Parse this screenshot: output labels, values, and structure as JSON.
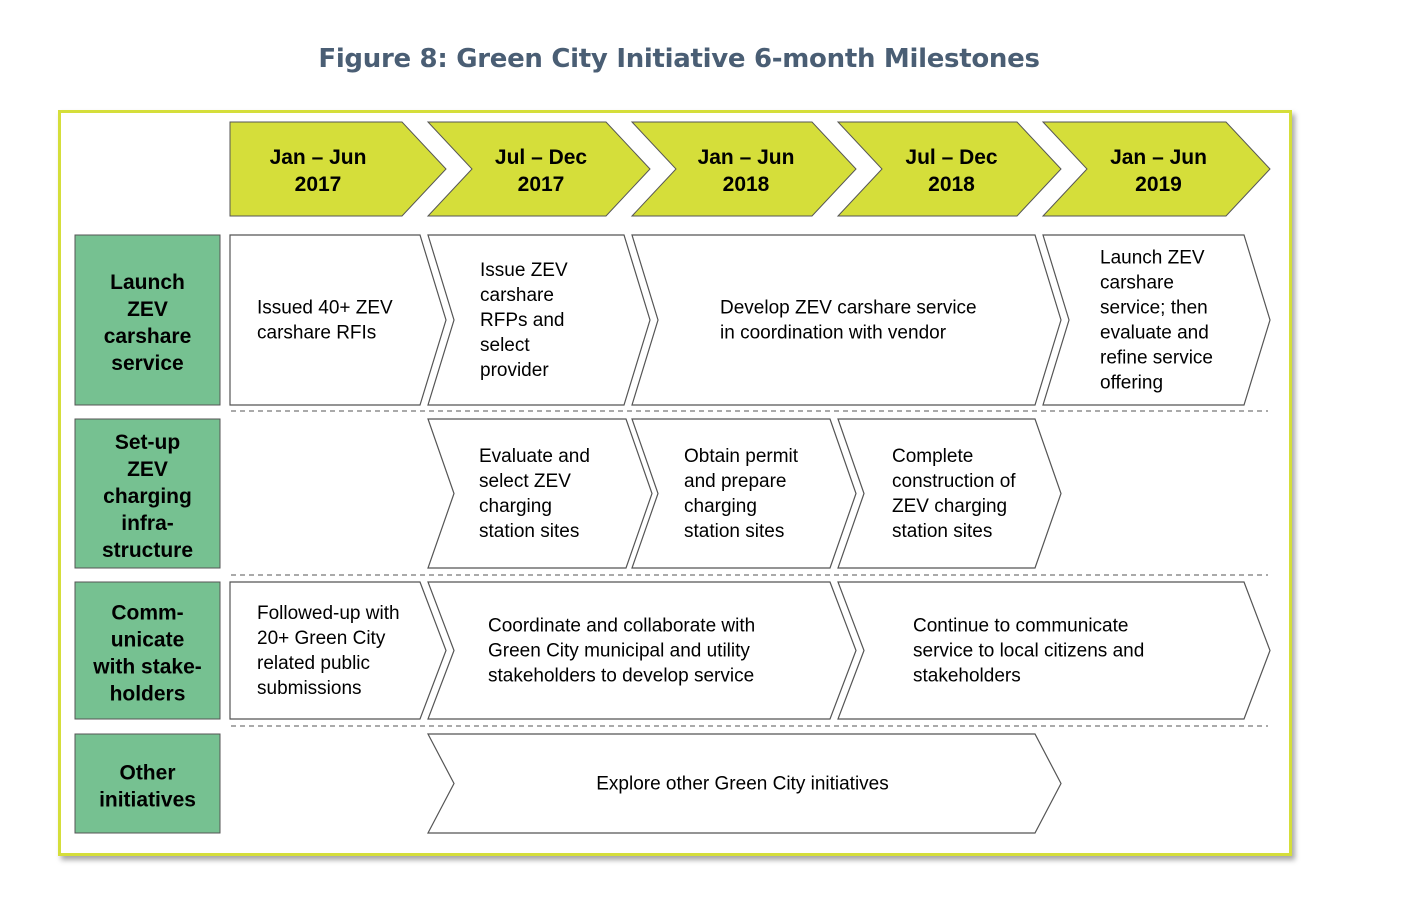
{
  "title": "Figure 8: Green City Initiative 6-month Milestones",
  "colors": {
    "header_fill": "#d5de3a",
    "row_label_fill": "#76c191",
    "frame": "#d5de3a"
  },
  "periods": [
    {
      "line1": "Jan – Jun",
      "line2": "2017"
    },
    {
      "line1": "Jul – Dec",
      "line2": "2017"
    },
    {
      "line1": "Jan – Jun",
      "line2": "2018"
    },
    {
      "line1": "Jul – Dec",
      "line2": "2018"
    },
    {
      "line1": "Jan – Jun",
      "line2": "2019"
    }
  ],
  "rows": [
    {
      "label": [
        "Launch",
        "ZEV",
        "carshare",
        "service"
      ]
    },
    {
      "label": [
        "Set-up",
        "ZEV",
        "charging",
        "infra-",
        "structure"
      ]
    },
    {
      "label": [
        "Comm-",
        "unicate",
        "with stake-",
        "holders"
      ]
    },
    {
      "label": [
        "Other",
        "initiatives"
      ]
    }
  ],
  "milestones": [
    {
      "row": 0,
      "start": 0,
      "end": 0,
      "lines": [
        "Issued 40+ ZEV",
        "carshare RFIs"
      ]
    },
    {
      "row": 0,
      "start": 1,
      "end": 1,
      "lines": [
        "Issue ZEV",
        "carshare",
        "RFPs and",
        "select",
        "provider"
      ]
    },
    {
      "row": 0,
      "start": 2,
      "end": 3,
      "lines": [
        "Develop ZEV carshare service",
        "in coordination with vendor"
      ]
    },
    {
      "row": 0,
      "start": 4,
      "end": 4,
      "lines": [
        "Launch ZEV",
        "carshare",
        "service; then",
        "evaluate and",
        "refine service",
        "offering"
      ]
    },
    {
      "row": 1,
      "start": 1,
      "end": 1,
      "lines": [
        "Evaluate and",
        "select ZEV",
        "charging",
        "station sites"
      ]
    },
    {
      "row": 1,
      "start": 2,
      "end": 2,
      "lines": [
        "Obtain permit",
        "and prepare",
        "charging",
        "station sites"
      ]
    },
    {
      "row": 1,
      "start": 3,
      "end": 3,
      "lines": [
        "Complete",
        "construction of",
        "ZEV charging",
        "station sites"
      ]
    },
    {
      "row": 2,
      "start": 0,
      "end": 0,
      "lines": [
        "Followed-up with",
        "20+ Green City",
        "related public",
        "submissions"
      ]
    },
    {
      "row": 2,
      "start": 1,
      "end": 2,
      "lines": [
        "Coordinate and collaborate with",
        "Green City municipal and utility",
        "stakeholders to develop service"
      ]
    },
    {
      "row": 2,
      "start": 3,
      "end": 4,
      "lines": [
        "Continue to communicate",
        "service to local citizens and",
        "stakeholders"
      ]
    },
    {
      "row": 3,
      "start": 1,
      "end": 3,
      "lines": [
        "Explore other Green City initiatives"
      ]
    }
  ]
}
